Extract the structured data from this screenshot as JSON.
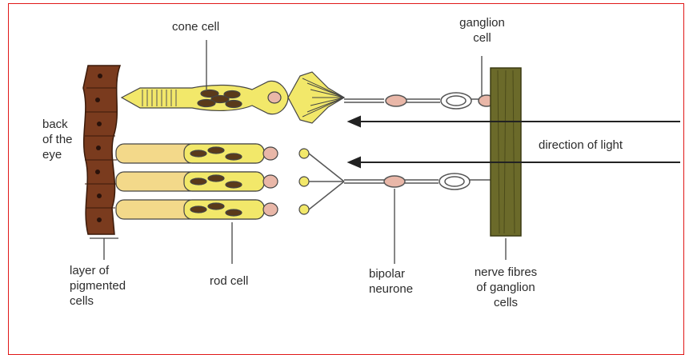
{
  "labels": {
    "cone_cell": "cone cell",
    "ganglion_cell_line1": "ganglion",
    "ganglion_cell_line2": "cell",
    "back_line1": "back",
    "back_line2": "of the",
    "back_line3": "eye",
    "direction_of_light": "direction of  light",
    "layer_line1": "layer of",
    "layer_line2": "pigmented",
    "layer_line3": "cells",
    "rod_cell": "rod cell",
    "bipolar_line1": "bipolar",
    "bipolar_line2": "neurone",
    "nerve_line1": "nerve fibres",
    "nerve_line2": "of ganglion",
    "nerve_line3": "cells"
  },
  "colors": {
    "frame_border": "#e01818",
    "pigment_layer": "#7a3b1e",
    "cell_fill": "#f2e86a",
    "rod_outer": "#f3d98a",
    "nucleus": "#5a3a1a",
    "synapse": "#e9b7a8",
    "nerve_fibres": "#6b6a2a"
  }
}
